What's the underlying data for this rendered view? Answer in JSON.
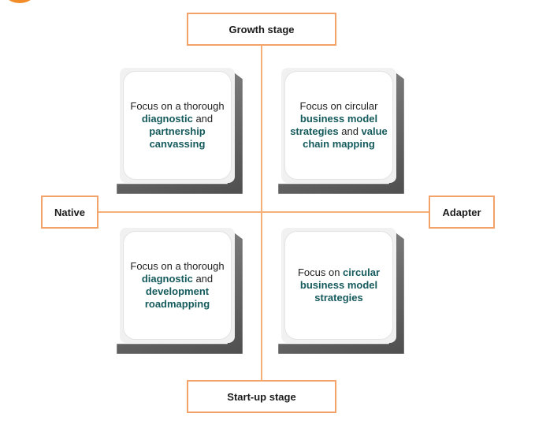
{
  "axes": {
    "top": "Growth stage",
    "bottom": "Start-up stage",
    "left": "Native",
    "right": "Adapter"
  },
  "colors": {
    "accent": "#f28c28",
    "border": "#f3a36a",
    "highlight_text": "#155a5c"
  },
  "quadrants": {
    "top_left": {
      "pre": "Focus on a thorough",
      "b1": "diagnostic",
      "mid": " and ",
      "b2": "partnership canvassing"
    },
    "top_right": {
      "pre": "Focus on circular",
      "b1": "business model strategies",
      "mid": " and ",
      "b2": "value chain mapping"
    },
    "bottom_left": {
      "pre": "Focus on a thorough",
      "b1": "diagnostic",
      "mid": " and ",
      "b2": "development roadmapping"
    },
    "bottom_right": {
      "pre": "Focus on ",
      "b1": "circular business model strategies"
    }
  }
}
